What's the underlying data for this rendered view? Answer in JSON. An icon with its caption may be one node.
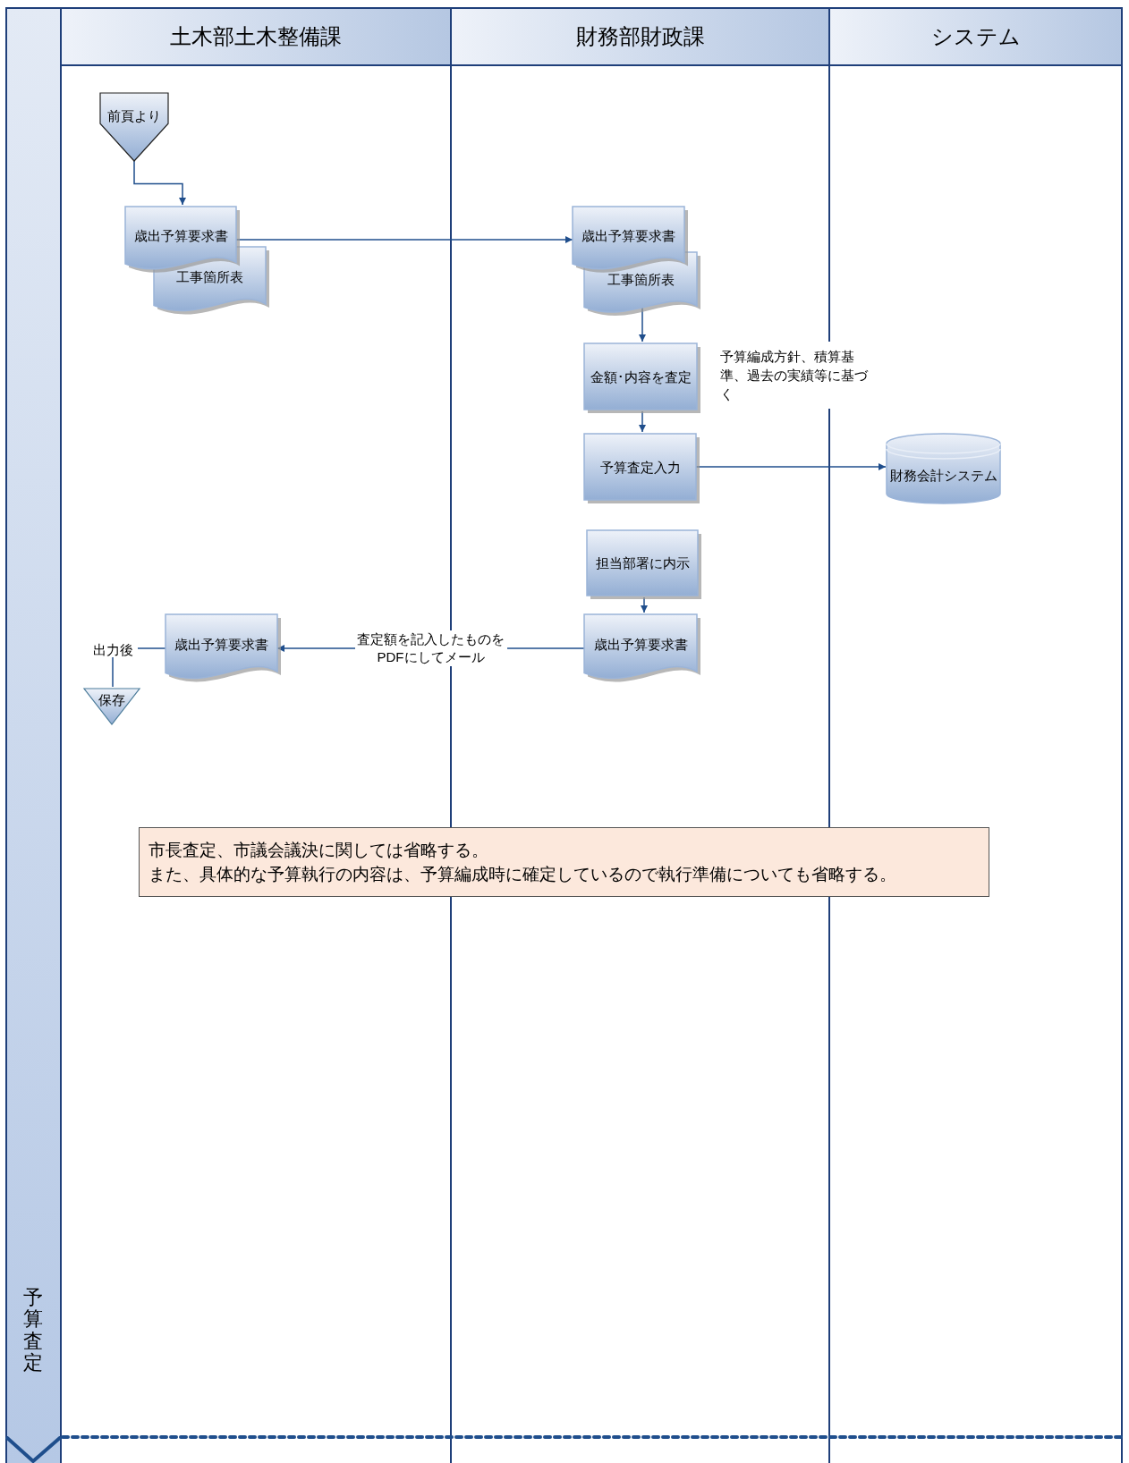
{
  "diagram": {
    "nodes": [
      {
        "text": [
          "土木部土木整備課"
        ]
      },
      {
        "text": [
          "財務部財政課"
        ]
      },
      {
        "text": [
          "システム"
        ]
      },
      {
        "text": [
          "予算査定"
        ]
      },
      {
        "text": [
          "前頁より"
        ],
        "in": 0
      },
      {
        "text": [
          "歳出予算要求書"
        ],
        "in": 0
      },
      {
        "text": [
          "工事箇所表"
        ],
        "in": 0
      },
      {
        "text": [
          "歳出予算要求書"
        ],
        "in": 1
      },
      {
        "text": [
          "工事箇所表"
        ],
        "in": 1
      },
      {
        "text": [
          "金額･内容を査定"
        ],
        "in": 1,
        "beside": [
          "予算編成方針、積算基準、過去の実績等に基づく"
        ]
      },
      {
        "text": [
          "予算査定入力"
        ],
        "in": 1
      },
      {
        "text": [
          "財務会計システム"
        ],
        "in": 2
      },
      {
        "text": [
          "担当部署に内示"
        ],
        "in": 1
      },
      {
        "text": [
          "歳出予算要求書"
        ],
        "in": 1
      },
      {
        "text": [
          "歳出予算要求書"
        ],
        "in": 0
      },
      {
        "text": [
          "出力後"
        ],
        "in": 0
      },
      {
        "text": [
          "保存"
        ],
        "in": 0
      },
      {
        "text": [
          "市長査定、市議会議決に関しては省略する。",
          "また、具体的な予算執行の内容は、予算編成時に確定しているので執行準備についても省略する。"
        ]
      }
    ],
    "edges": [
      {
        "from": 4,
        "to": 5,
        "arrow": "to"
      },
      {
        "from": 5,
        "to": 7,
        "arrow": "to"
      },
      {
        "from": 8,
        "to": 9,
        "arrow": "to"
      },
      {
        "from": 9,
        "to": 10,
        "arrow": "to"
      },
      {
        "from": 10,
        "to": 11,
        "arrow": "to"
      },
      {
        "from": 12,
        "to": 13,
        "arrow": "to"
      },
      {
        "from": 13,
        "to": 14,
        "arrow": "to",
        "label": "査定額を記入したものをPDFにしてメール"
      },
      {
        "from": 14,
        "to": 15,
        "arrow": "none"
      },
      {
        "from": 15,
        "to": 16,
        "arrow": "none"
      }
    ]
  }
}
